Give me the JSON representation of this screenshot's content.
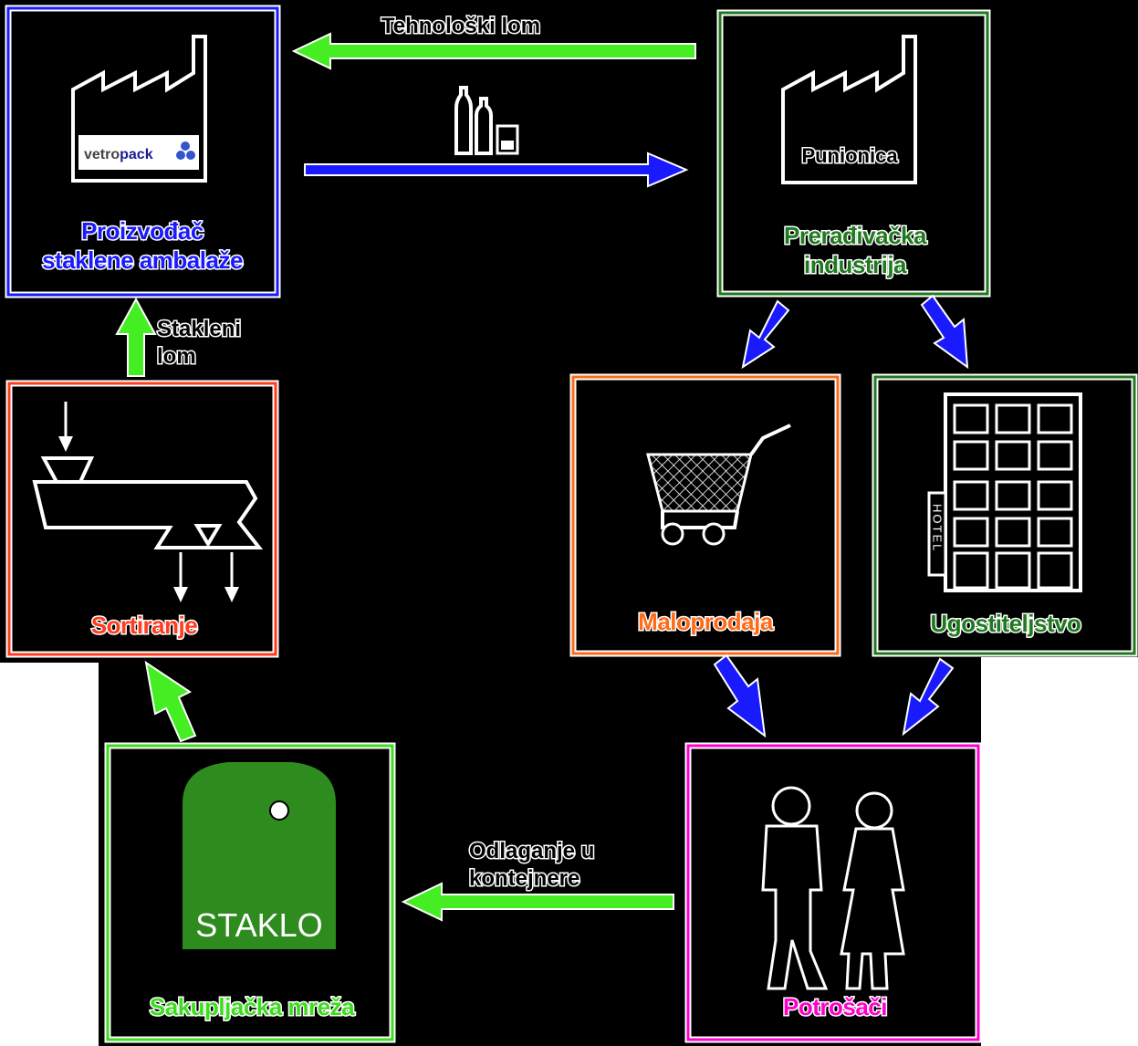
{
  "colors": {
    "background": "#000000",
    "producer": "#1a1aff",
    "processing": "#1f7a1f",
    "retail": "#ff6a1a",
    "hospitality": "#1f7a1f",
    "consumers": "#ff00cc",
    "collection": "#3cdc1e",
    "sorting": "#ff3c1e",
    "green_arrow": "#44ee22",
    "blue_arrow": "#1a1aff",
    "tag": "#2e8b1e"
  },
  "nodes": {
    "producer": {
      "label_line1": "Proizvođač",
      "label_line2": "staklene ambalaže",
      "logo_text_a": "vetro",
      "logo_text_b": "pack"
    },
    "processing": {
      "label_line1": "Prerađivačka",
      "label_line2": "industrija",
      "factory_text": "Punionica"
    },
    "retail": {
      "label": "Maloprodaja"
    },
    "hospitality": {
      "label": "Ugostiteljstvo",
      "sign_text": "HOTEL"
    },
    "consumers": {
      "label": "Potrošači"
    },
    "collection": {
      "label": "Sakupljačka mreža",
      "tag_text": "STAKLO"
    },
    "sorting": {
      "label": "Sortiranje"
    }
  },
  "edges": {
    "technological_scrap": {
      "label": "Tehnološki lom",
      "icon": "glass-bottles-icon"
    },
    "glass_scrap": {
      "label_line1": "Stakleni",
      "label_line2": "lom"
    },
    "disposal": {
      "label_line1": "Odlaganje u",
      "label_line2": "kontejnere"
    }
  }
}
